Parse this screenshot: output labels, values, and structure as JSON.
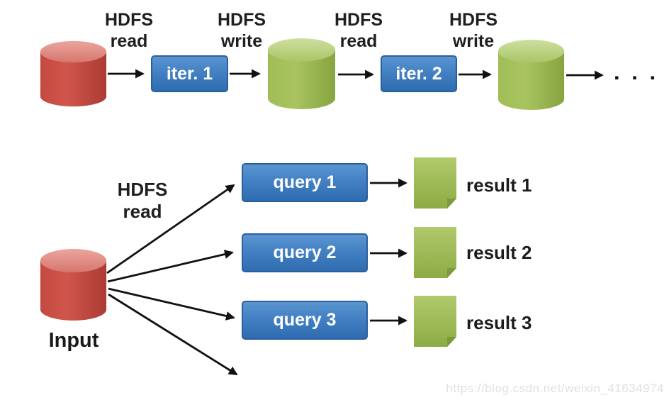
{
  "top_flow": {
    "io_labels": [
      {
        "text": "HDFS\nread"
      },
      {
        "text": "HDFS\nwrite"
      },
      {
        "text": "HDFS\nread"
      },
      {
        "text": "HDFS\nwrite"
      }
    ],
    "iterations": [
      {
        "label": "iter. 1"
      },
      {
        "label": "iter. 2"
      }
    ],
    "continuation": ". . ."
  },
  "bottom_flow": {
    "hdfs_label": "HDFS\nread",
    "input_label": "Input",
    "queries": [
      {
        "label": "query 1",
        "result_label": "result 1"
      },
      {
        "label": "query 2",
        "result_label": "result 2"
      },
      {
        "label": "query 3",
        "result_label": "result 3"
      }
    ]
  },
  "watermark": "https://blog.csdn.net/weixin_41634974",
  "colors": {
    "box_blue_top": "#5b95d1",
    "box_blue_bottom": "#2e6bb0",
    "box_blue_border": "#2a5f9e",
    "cylinder_red_body": "#c6483f",
    "cylinder_red_top": "#e0938b",
    "cylinder_green_body": "#9ab953",
    "cylinder_green_top": "#bcd28b",
    "note_green": "#9fbc55",
    "arrow_black": "#111111",
    "label_black": "#1f1f1f",
    "watermark_gray": "#e0e0e0"
  }
}
